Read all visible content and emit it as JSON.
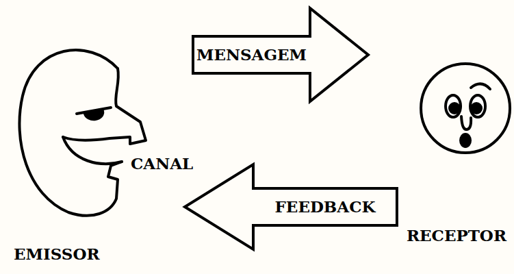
{
  "diagram": {
    "nodes": [
      {
        "text": [
          "EMISSOR"
        ]
      },
      {
        "text": [
          "RECEPTOR"
        ]
      }
    ],
    "edges": [
      {
        "from": 0,
        "to": 1,
        "label": "MENSAGEM",
        "arrow": "to"
      },
      {
        "from": 1,
        "to": 0,
        "label": "FEEDBACK",
        "arrow": "to"
      }
    ],
    "labels": [
      "CANAL"
    ]
  }
}
